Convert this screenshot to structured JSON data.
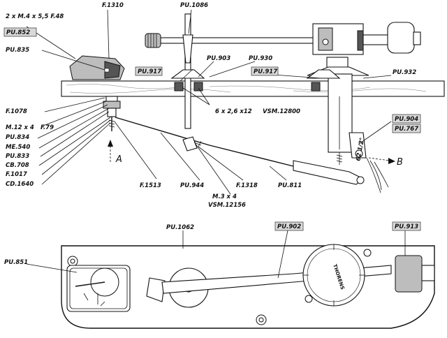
{
  "labels": {
    "screw_spec": "2 x M.4 x 5,5  F.48",
    "f1310": "F.1310",
    "pu852": "PU.852",
    "pu835": "PU.835",
    "pu1086": "PU.1086",
    "pu917_left": "PU.917",
    "pu903": "PU.903",
    "pu930": "PU.930",
    "pu917_right": "PU.917",
    "pu932": "PU.932",
    "screw_6x26": "6 x 2,6 x12",
    "vsm12800": "VSM.12800",
    "pu904": "PU.904",
    "pu767": "PU.767",
    "f1078": "F.1078",
    "m12x4": "M.12 x 4",
    "f79": "F.79",
    "pu834": "PU.834",
    "me540": "ME.540",
    "pu833": "PU.833",
    "cb708": "CB.708",
    "f1017": "F.1017",
    "cd1640": "CD.1640",
    "a": "A",
    "b": "B",
    "angle": "62 1/2°",
    "f1513": "F.1513",
    "pu944": "PU.944",
    "f1318": "F.1318",
    "pu811": "PU.811",
    "m3x4": "M.3 x 4",
    "vsm12156": "VSM.12156",
    "pu1062": "PU.1062",
    "pu902": "PU.902",
    "pu913": "PU.913",
    "pu851": "PU.851"
  },
  "logo": {
    "dial": "THORENS"
  }
}
